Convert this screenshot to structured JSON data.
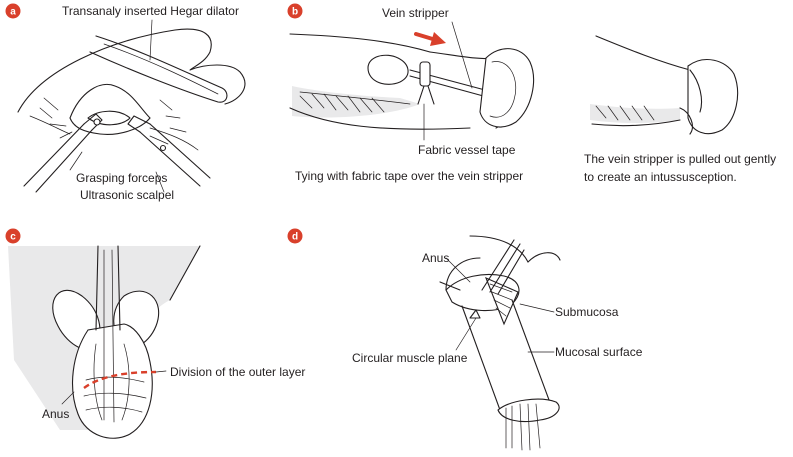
{
  "colors": {
    "badge": "#d9402b",
    "arrow": "#d9402b",
    "dashed_line": "#d9402b",
    "ink": "#231f20",
    "tissue_shade": "#e9e9ea"
  },
  "panels": {
    "a": {
      "badge": "a",
      "labels": {
        "dilator": "Transanaly inserted Hegar dilator",
        "forceps": "Grasping forceps",
        "scalpel": "Ultrasonic scalpel"
      }
    },
    "b": {
      "badge": "b",
      "labels": {
        "stripper": "Vein stripper",
        "tape": "Fabric vessel tape",
        "caption_left": "Tying with fabric tape over the vein stripper",
        "caption_right_line1": "The vein stripper is pulled out gently",
        "caption_right_line2": "to create an intussusception."
      }
    },
    "c": {
      "badge": "c",
      "labels": {
        "division": "Division of the outer layer",
        "anus": "Anus"
      }
    },
    "d": {
      "badge": "d",
      "labels": {
        "anus": "Anus",
        "submucosa": "Submucosa",
        "circular": "Circular muscle plane",
        "mucosal": "Mucosal surface"
      }
    }
  }
}
